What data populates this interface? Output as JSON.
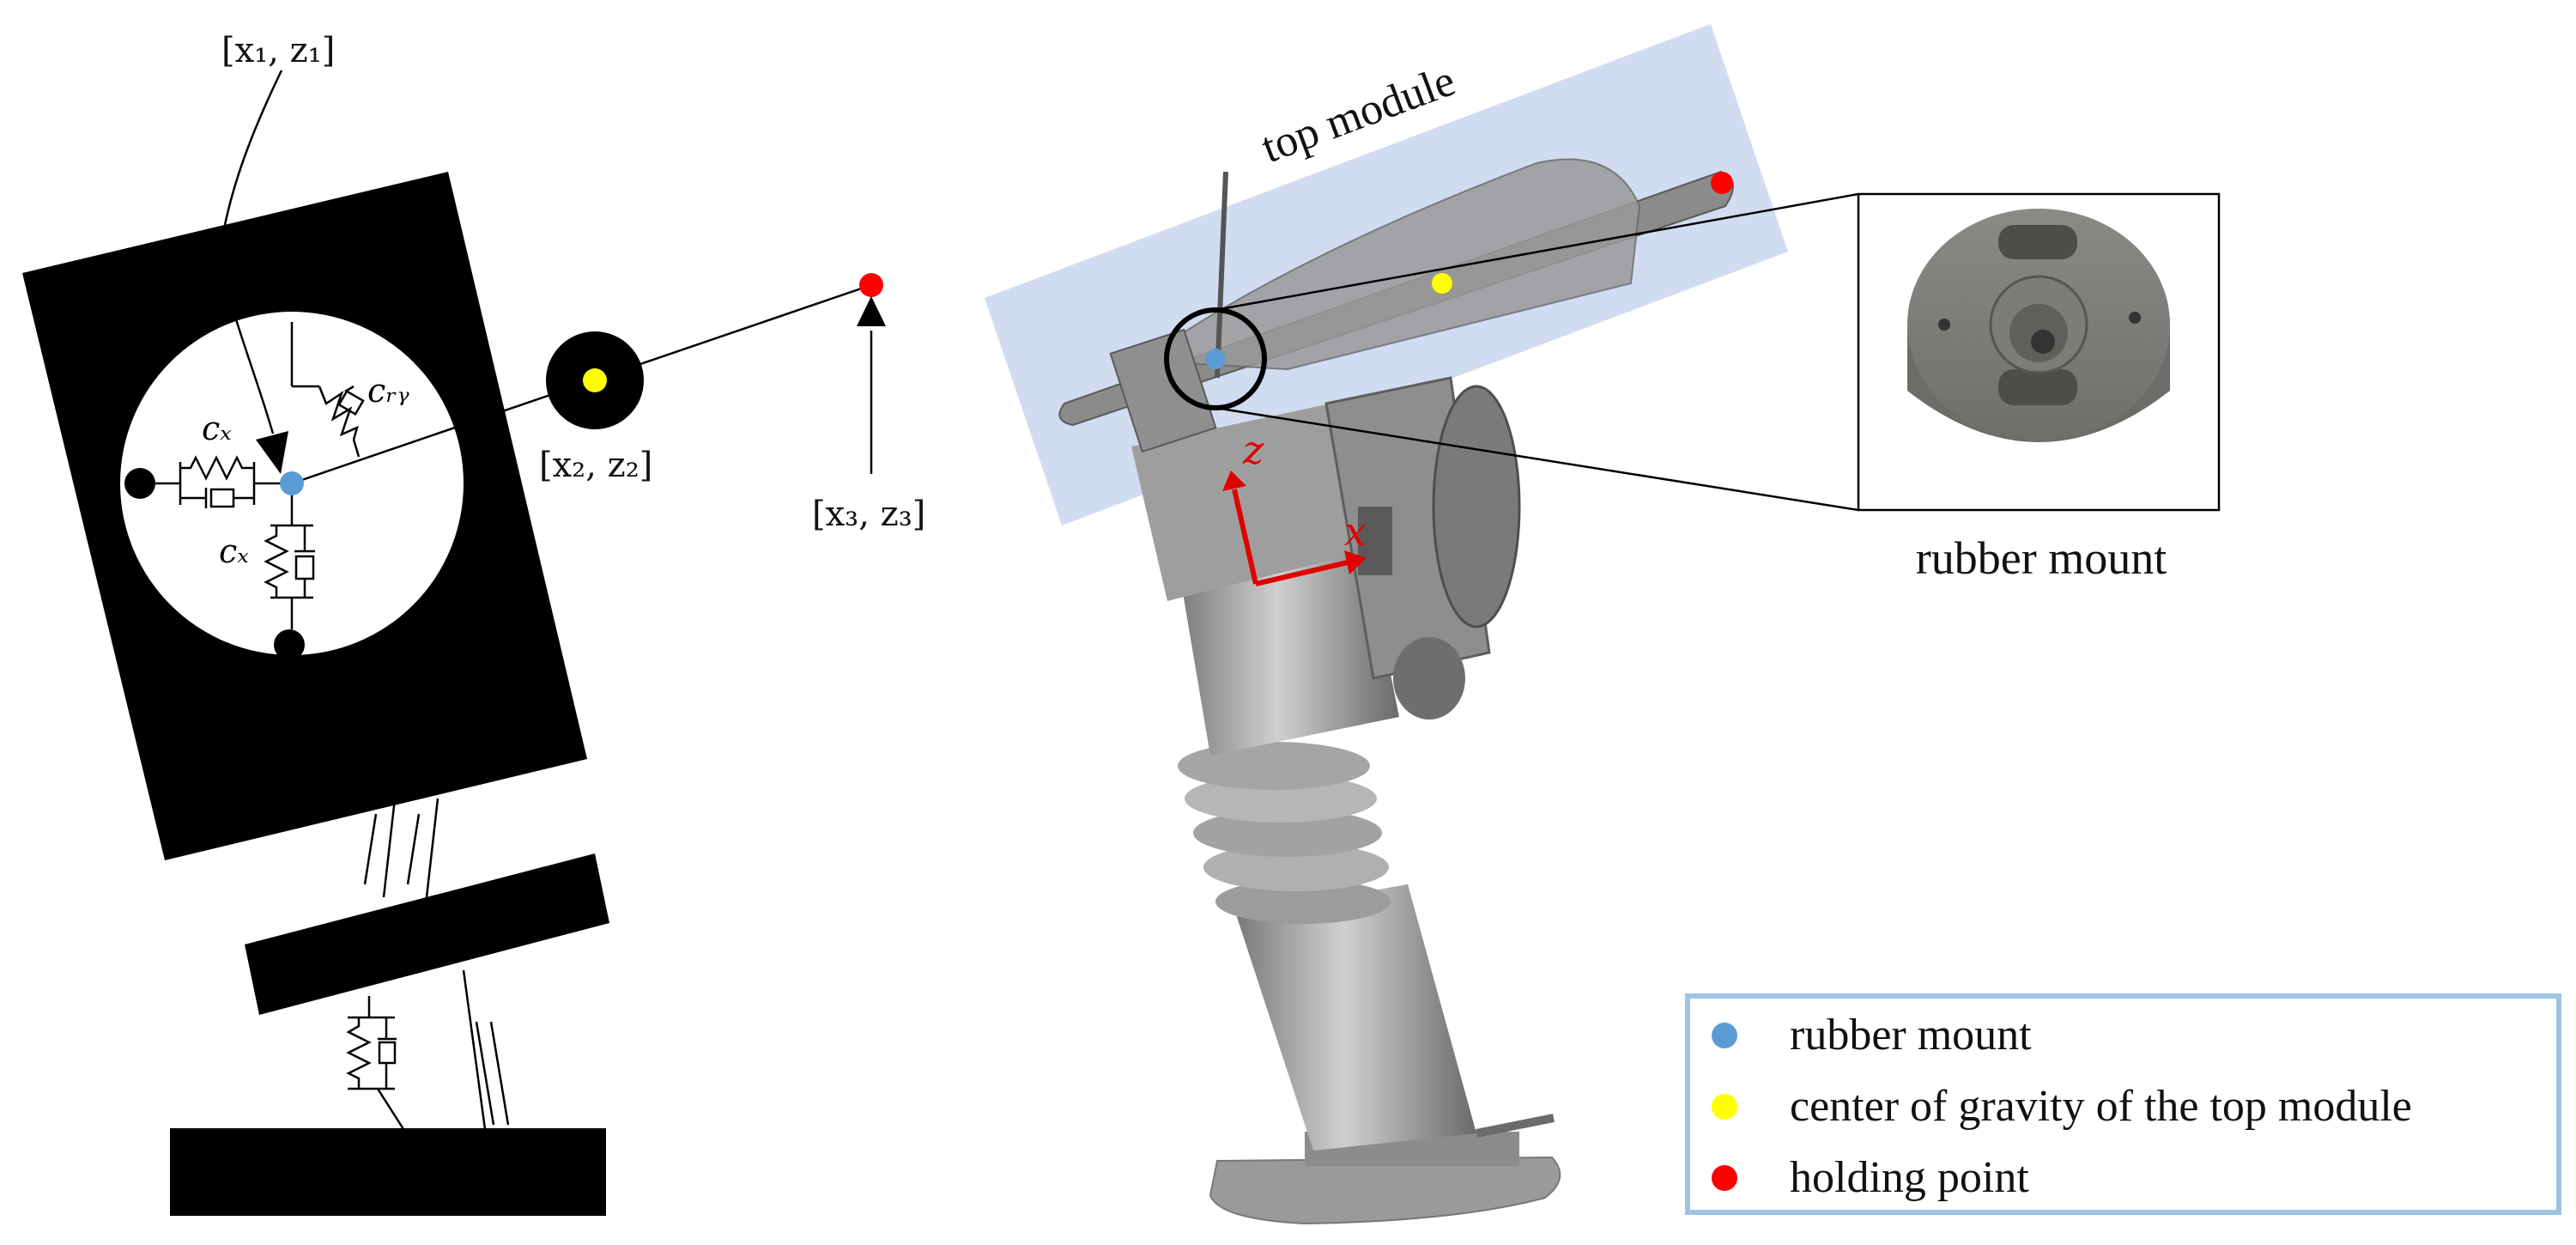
{
  "schematic": {
    "point1_label": "[x₁, z₁]",
    "point2_label": "[x₂, z₂]",
    "point3_label": "[x₃, z₃]",
    "spring_cx": "cₓ",
    "spring_cz": "cₓ",
    "spring_cry": "cᵣᵧ"
  },
  "machine": {
    "top_module_label": "top module",
    "axis_z": "z",
    "axis_x": "x",
    "inset_label": "rubber mount"
  },
  "legend": {
    "items": [
      {
        "label": "rubber mount",
        "color": "#5b9bd5"
      },
      {
        "label": "center of gravity of the top module",
        "color": "#ffff00"
      },
      {
        "label": "holding point",
        "color": "#ff0000"
      }
    ],
    "border_color": "#9dc3e6"
  },
  "colors": {
    "mount": "#5b9bd5",
    "cog": "#ffff00",
    "holding": "#ff0000",
    "axis": "#e00000",
    "top_module_fill": "#c9d6ef"
  }
}
